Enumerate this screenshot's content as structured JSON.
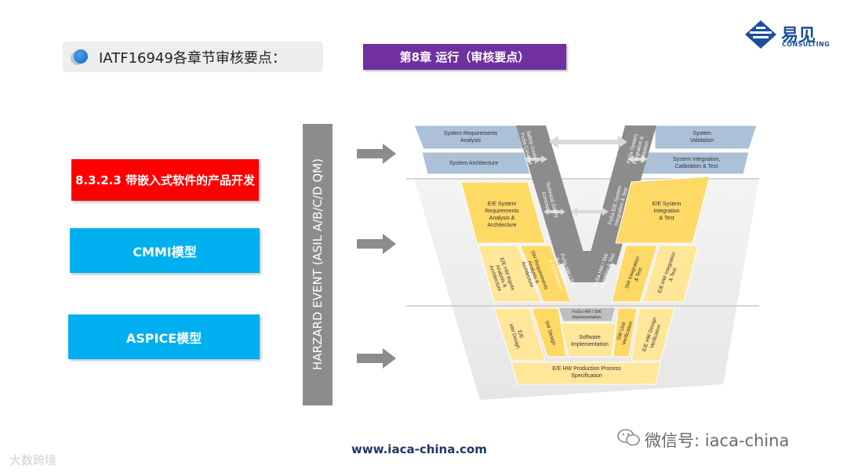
{
  "header": {
    "title": "IATF16949各章节审核要点：",
    "chapter": "第8章   运行（审核要点）"
  },
  "logo": {
    "name": "易见",
    "sub": "CONSULTING"
  },
  "buttons": {
    "clause": "8.3.2.3 带嵌入式软件的产品开发",
    "cmmi": "CMMI模型",
    "aspice": "ASPICE模型"
  },
  "hazard": "HARZARD EVENT (ASIL A/B/C/D QM)",
  "vmodel": {
    "sys_req": [
      "System Requirements",
      "Analysis"
    ],
    "sys_arch": [
      "System Architecture"
    ],
    "safety_goals": [
      "Safety Goals &",
      "FuSa Concept"
    ],
    "fusa_sys_int": [
      "FuSa System",
      "Integration &",
      "Validation"
    ],
    "sys_val": [
      "System",
      "Validation"
    ],
    "sys_int": [
      "System Integration,",
      "Calibration & Test"
    ],
    "ee_req": [
      "E/E System",
      "Requirements",
      "Analysis &",
      "Architecture"
    ],
    "tech_safety": [
      "Technical Safety",
      "Concept"
    ],
    "fusa_ee_int": [
      "FuSa E/E System",
      "Integration & Test"
    ],
    "ee_int": [
      "E/E System",
      "Integration",
      "& Test"
    ],
    "ee_hw_req": [
      "E/E HW Rqmts",
      "Analysis &",
      "Architecture"
    ],
    "sw_req": [
      "SW Requirements",
      "Analysis &",
      "Architecture"
    ],
    "fusa_hwsw_req": [
      "FuSa HW / SW",
      "Rqs. Analysis",
      "& Architecture"
    ],
    "fusa_hwsw_int": [
      "FuSa HW / SW",
      "Integration & Test"
    ],
    "sw_int": [
      "SW Integration",
      "& Test"
    ],
    "ee_hw_int": [
      "E/E HW Integration",
      "& Test"
    ],
    "fusa_impl": [
      "FuSa HW / SW",
      "Implementation"
    ],
    "ee_hw_design": [
      "E/E",
      "HW Design"
    ],
    "sw_design": [
      "SW Design"
    ],
    "sw_impl": [
      "Software",
      "Implementation"
    ],
    "sw_unit": [
      "SW Unit",
      "Verification"
    ],
    "ee_hw_ver": [
      "E/E HW Design",
      "Verification"
    ],
    "ee_prod": [
      "E/E HW Production Process",
      "Specification"
    ]
  },
  "footer": {
    "url": "www.iaca-china.com",
    "wechat": "微信号: iaca-china",
    "watermark": "大数跨境"
  },
  "colors": {
    "purple": "#7030a0",
    "red": "#ff0000",
    "blue": "#00b0f0",
    "yellow": "#ffe699",
    "yellow_dark": "#ffd966",
    "steel": "#acc0d8",
    "grey": "#8c8c8c"
  }
}
